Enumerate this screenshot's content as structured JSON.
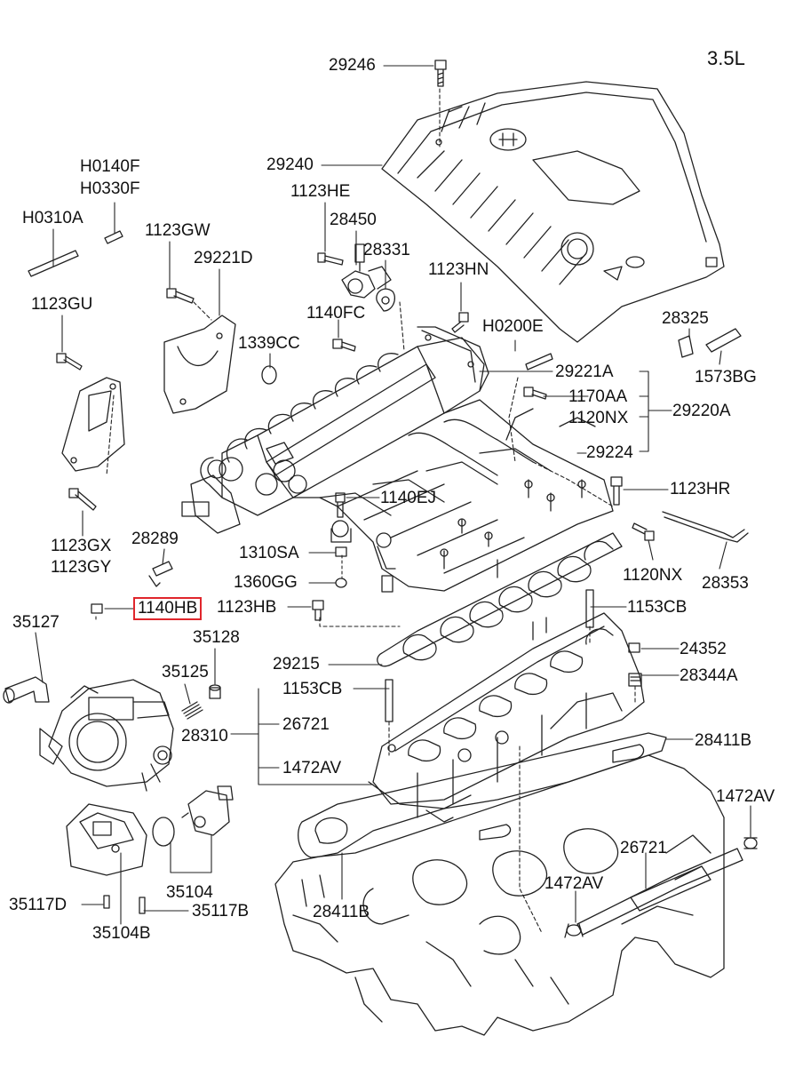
{
  "engine_label": "3.5L",
  "highlight_color": "#e0262c",
  "labels": {
    "l29246": "29246",
    "l29240": "29240",
    "lH0140F": "H0140F",
    "lH0330F": "H0330F",
    "lH0310A": "H0310A",
    "l1123GW": "1123GW",
    "l29221D": "29221D",
    "l1123GU": "1123GU",
    "l1123HE": "1123HE",
    "l28450": "28450",
    "l28331": "28331",
    "l1123HN": "1123HN",
    "l1140FC": "1140FC",
    "lH0200E": "H0200E",
    "l1339CC": "1339CC",
    "l28325": "28325",
    "l1573BG": "1573BG",
    "l29221A": "29221A",
    "l1170AA": "1170AA",
    "l1120NX": "1120NX",
    "l29220A": "29220A",
    "l29224": "29224",
    "l1123HR": "1123HR",
    "l1140EJ": "1140EJ",
    "l1123GX": "1123GX",
    "l1123GY": "1123GY",
    "l28289": "28289",
    "l1310SA": "1310SA",
    "l1360GG": "1360GG",
    "l1120NX_b": "1120NX",
    "l28353": "28353",
    "l1140HB": "1140HB",
    "l1123HB": "1123HB",
    "l1153CB": "1153CB",
    "l35127": "35127",
    "l35128": "35128",
    "l29215": "29215",
    "l24352": "24352",
    "l35125": "35125",
    "l1153CB_b": "1153CB",
    "l28344A": "28344A",
    "l28310": "28310",
    "l26721": "26721",
    "l28411B": "28411B",
    "l1472AV": "1472AV",
    "l1472AV_b": "1472AV",
    "l26721_b": "26721",
    "l35104": "35104",
    "l1472AV_c": "1472AV",
    "l35117D": "35117D",
    "l35117B": "35117B",
    "l35104B": "35104B",
    "l28411B_b": "28411B"
  }
}
